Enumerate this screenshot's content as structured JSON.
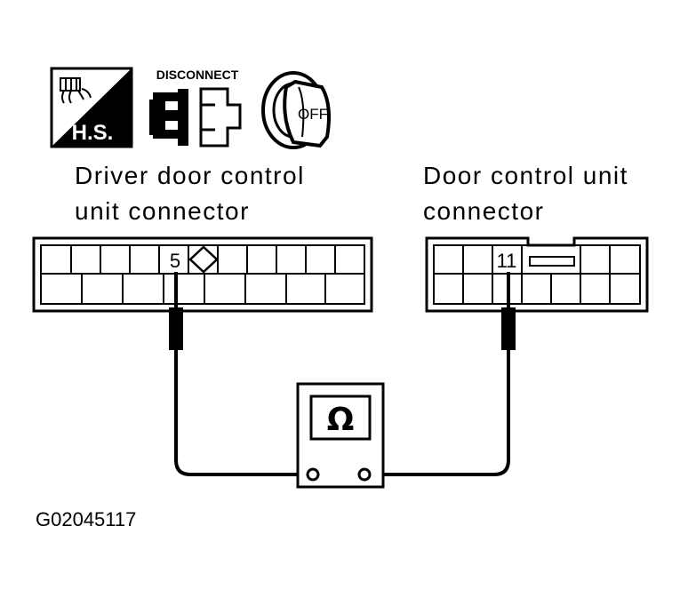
{
  "icons": {
    "hs_label": "H.S.",
    "hs_icon": "harness-system-icon",
    "disconnect_label": "DISCONNECT",
    "disconnect_icon": "connector-disconnect-icon",
    "ignition_label": "OFF",
    "ignition_icon": "ignition-key-icon"
  },
  "left_connector": {
    "label_line1": "Driver door control",
    "label_line2": "unit connector",
    "pin": "5"
  },
  "right_connector": {
    "label_line1": "Door control unit",
    "label_line2": "connector",
    "pin": "11"
  },
  "meter": {
    "symbol": "Ω",
    "icon": "ohmmeter-icon"
  },
  "figure_code": "G02045117",
  "colors": {
    "ink": "#000000",
    "paper": "#ffffff"
  }
}
